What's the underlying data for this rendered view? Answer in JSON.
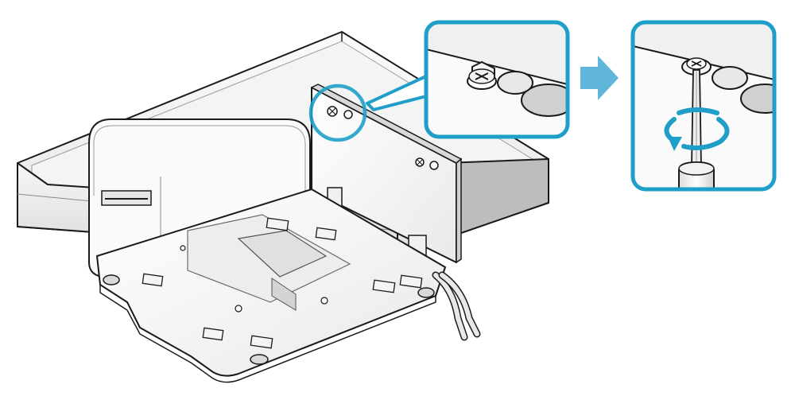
{
  "figure": {
    "type": "installation-illustration",
    "steps": [
      {
        "id": "step-1",
        "label": ""
      },
      {
        "id": "step-2",
        "label": ""
      }
    ],
    "colors": {
      "accent": "#1f9ec9",
      "arrow": "#5fb6da",
      "outline": "#1a1a1a",
      "panel_fill": "#f2f2f2",
      "shadow": "#b8b8b8",
      "background": "#ffffff"
    },
    "icons": {
      "zoom_highlight": "zoom-circle-icon",
      "step_arrow": "arrow-right-icon",
      "rotation": "rotate-clockwise-icon",
      "tool": "screwdriver-icon",
      "fastener": "screw-icon"
    }
  }
}
